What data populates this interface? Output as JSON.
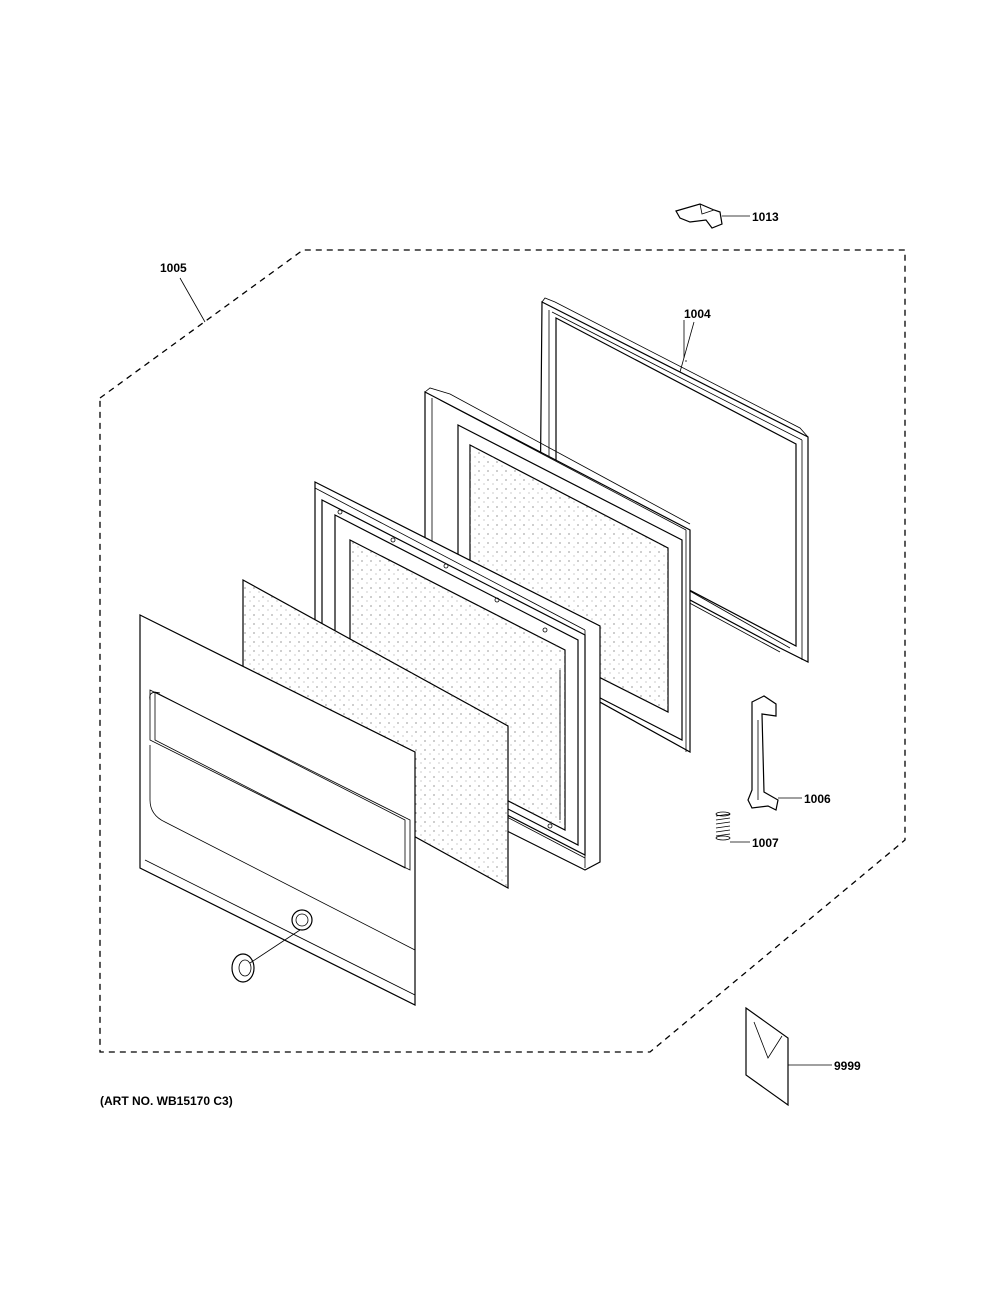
{
  "labels": {
    "p1013": "1013",
    "p1005": "1005",
    "p1004": "1004",
    "p1006": "1006",
    "p1007": "1007",
    "p9999": "9999"
  },
  "art_no": "(ART NO. WB15170 C3)"
}
